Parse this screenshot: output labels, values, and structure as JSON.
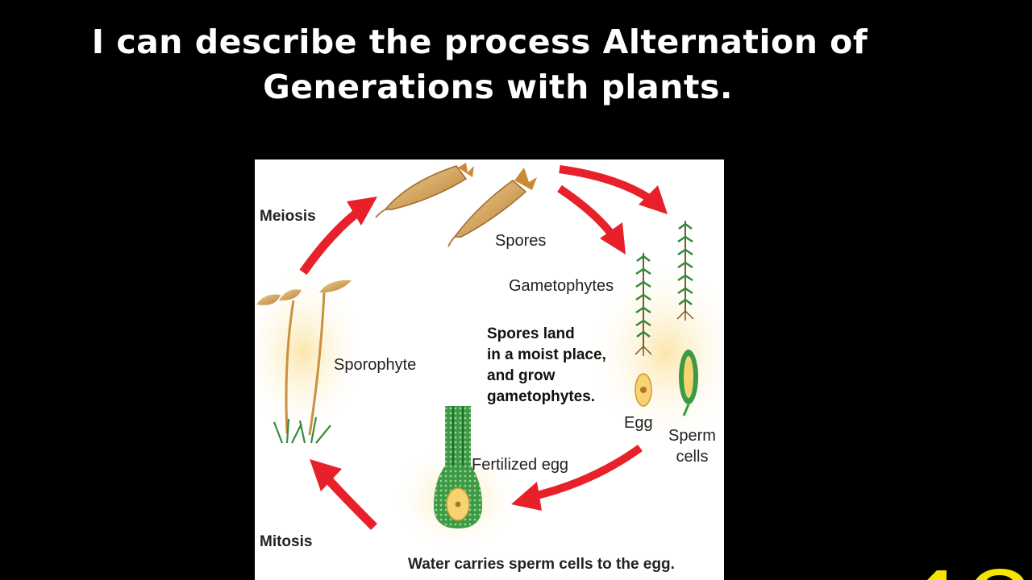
{
  "slide": {
    "title_line1": "I can describe the process Alternation of",
    "title_line2": "Generations with plants."
  },
  "diagram": {
    "labels": {
      "meiosis": "Meiosis",
      "spores": "Spores",
      "gametophytes": "Gametophytes",
      "sporophyte": "Sporophyte",
      "egg": "Egg",
      "sperm_line1": "Sperm",
      "sperm_line2": "cells",
      "fertilized_egg": "Fertilized egg",
      "mitosis": "Mitosis"
    },
    "notes": {
      "spores_land": [
        "Spores land",
        "in a moist place,",
        "and grow",
        "gametophytes."
      ],
      "water": "Water carries sperm cells to the egg."
    }
  },
  "colors": {
    "background": "#000000",
    "arrow": "#e8202a",
    "plant_tan": "#d2a15a",
    "moss_green": "#2f8a3a",
    "accent_yellow": "#f5e400"
  }
}
